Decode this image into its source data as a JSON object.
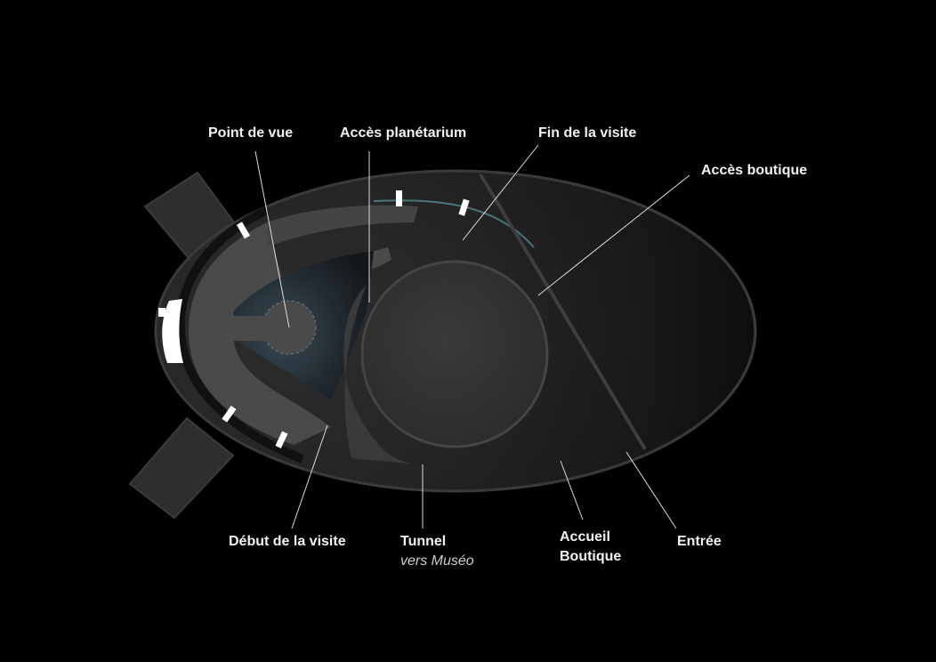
{
  "labels": {
    "point_de_vue": "Point de vue",
    "acces_planetarium": "Accès planétarium",
    "fin_visite": "Fin de la visite",
    "acces_boutique": "Accès boutique",
    "debut_visite": "Début de la visite",
    "tunnel": "Tunnel",
    "tunnel_sub": "vers Muséo",
    "accueil": "Accueil",
    "boutique": "Boutique",
    "entree": "Entrée"
  },
  "colors": {
    "background": "#000000",
    "floor": "#2b2b2b",
    "walkway": "#4a4a4a",
    "dome": "#333333",
    "window_glow": "#ffffff",
    "leader_line": "#dcdcdc",
    "text": "#f2f2f2"
  }
}
